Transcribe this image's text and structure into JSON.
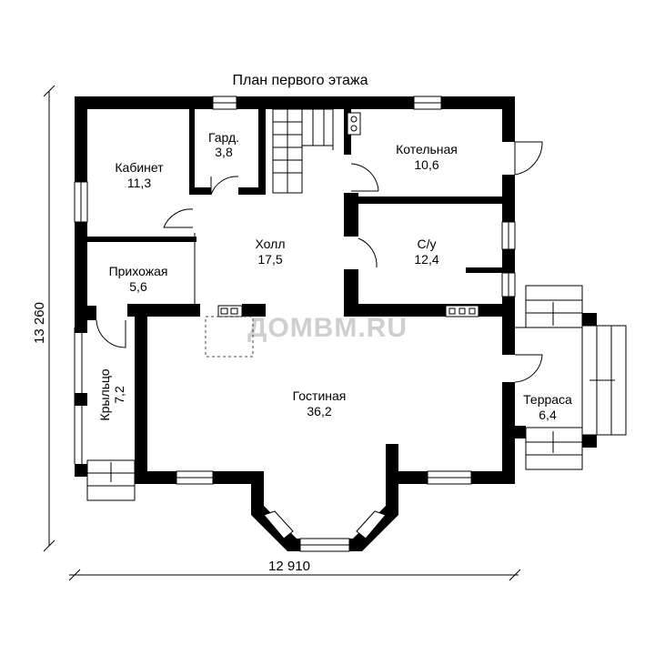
{
  "title": "План первого этажа",
  "dimensions": {
    "width": "12 910",
    "height": "13 260"
  },
  "watermark": "ДОМВМ.RU",
  "rooms": [
    {
      "id": "kabinet",
      "name": "Кабинет",
      "area": "11,3"
    },
    {
      "id": "gard",
      "name": "Гард.",
      "area": "3,8"
    },
    {
      "id": "kotelnaya",
      "name": "Котельная",
      "area": "10,6"
    },
    {
      "id": "holl",
      "name": "Холл",
      "area": "17,5"
    },
    {
      "id": "su",
      "name": "С/у",
      "area": "12,4"
    },
    {
      "id": "prihozhaya",
      "name": "Прихожая",
      "area": "5,6"
    },
    {
      "id": "gostinaya",
      "name": "Гостиная",
      "area": "36,2"
    },
    {
      "id": "terrasa",
      "name": "Терраса",
      "area": "6,4"
    },
    {
      "id": "krylco",
      "name": "Крыльцо",
      "area": "7,2"
    }
  ]
}
